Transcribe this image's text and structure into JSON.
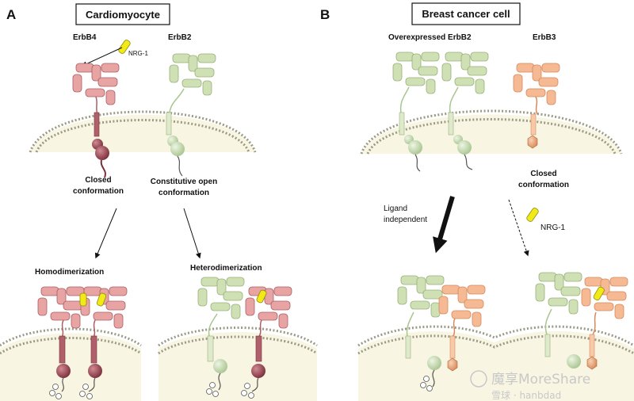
{
  "panel_a": {
    "letter": "A",
    "title": "Cardiomyocyte",
    "receptor_1": "ErbB4",
    "receptor_2": "ErbB2",
    "ligand": "NRG-1",
    "state_1_line1": "Closed",
    "state_1_line2": "conformation",
    "state_2_line1": "Constitutive open",
    "state_2_line2": "conformation",
    "outcome_1": "Homodimerization",
    "outcome_2": "Heterodimerization"
  },
  "panel_b": {
    "letter": "B",
    "title": "Breast cancer cell",
    "receptor_1": "Overexpressed ErbB2",
    "receptor_2": "ErbB3",
    "state_2_line1": "Closed",
    "state_2_line2": "conformation",
    "path_1_line1": "Ligand",
    "path_1_line2": "independent",
    "ligand": "NRG-1"
  },
  "watermark": {
    "text": "魔享MoreShare",
    "subtext": "雪球 · hanbdad"
  },
  "colors": {
    "erbb4": "#e8a3a3",
    "erbb4_dark": "#9c4a55",
    "erbb2": "#cfe0b4",
    "erbb3": "#f5b993",
    "ligand": "#f2ea16",
    "membrane": "#f3f0d4"
  }
}
